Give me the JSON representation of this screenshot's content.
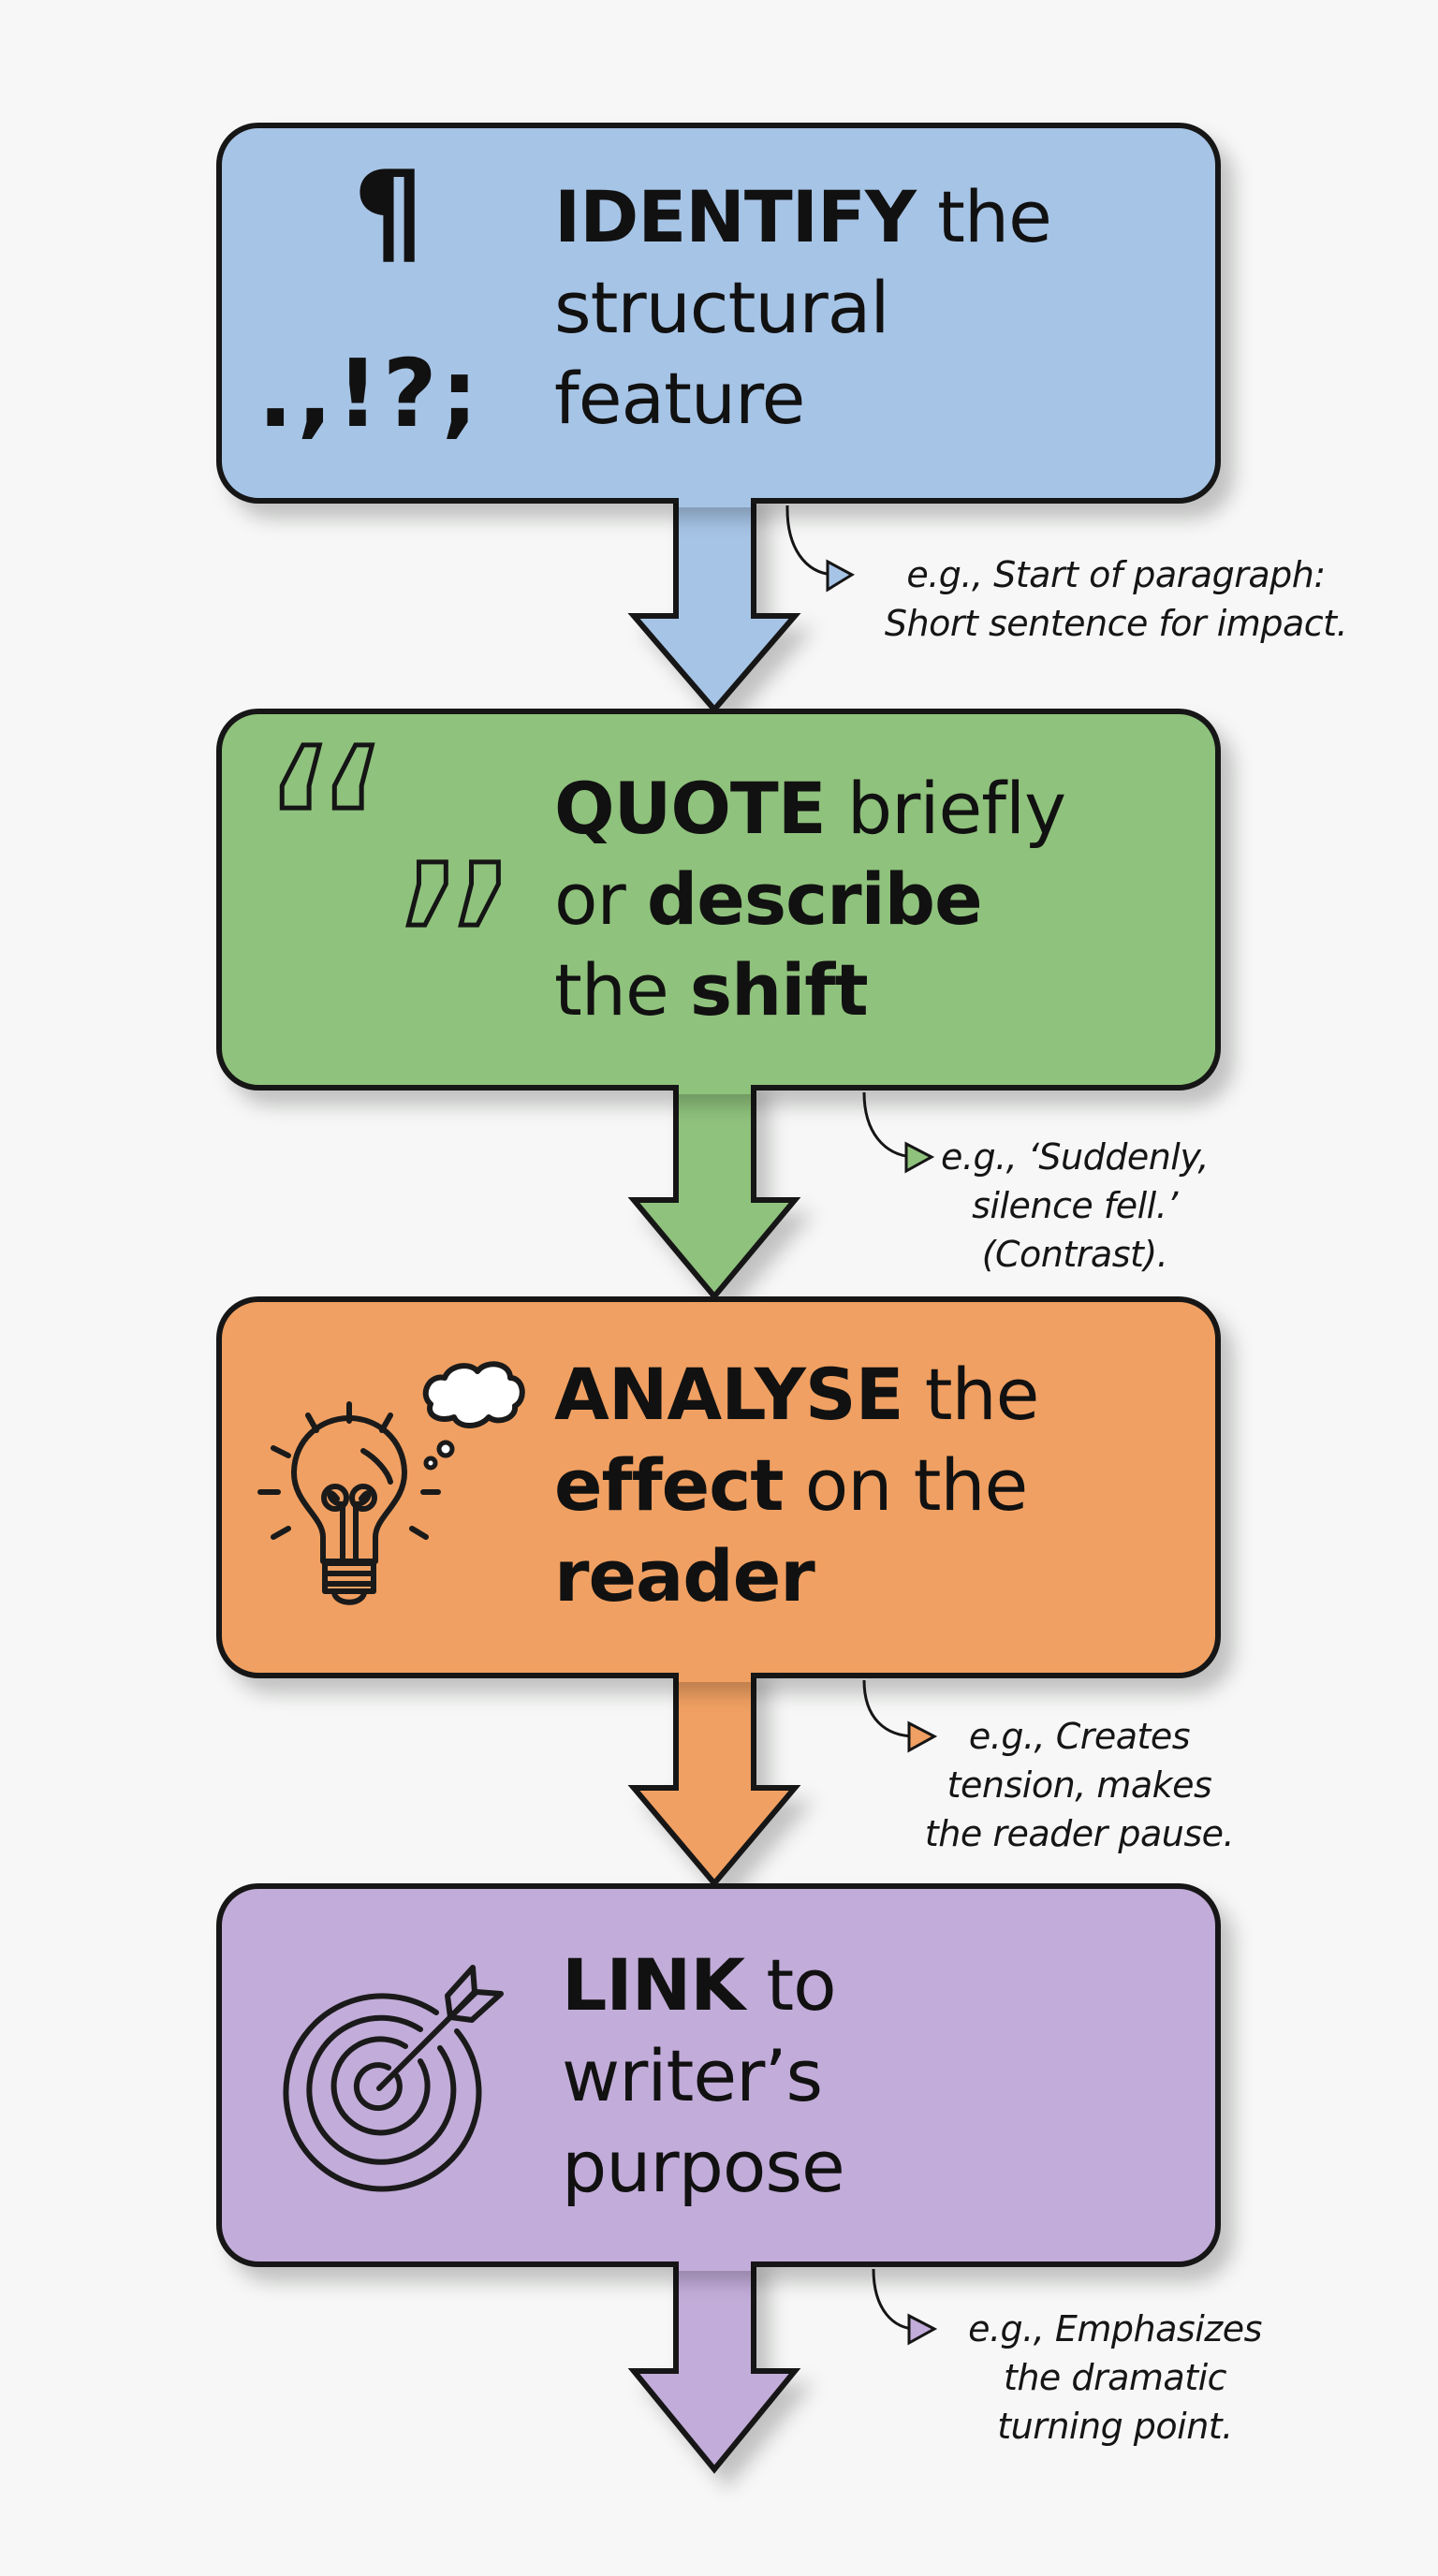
{
  "colors": {
    "identify": "#a6c4e6",
    "quote": "#8fc27c",
    "analyse": "#f0a062",
    "link": "#c2acd9",
    "outline": "#151515",
    "background": "#f6f7f6"
  },
  "steps": [
    {
      "icon": "pilcrow-punctuation-icon",
      "glyphs": {
        "pilcrow": "¶",
        "punctuation": ".,!?;"
      },
      "lines": [
        [
          {
            "text": "IDENTIFY",
            "bold": true
          },
          {
            "text": " the",
            "bold": false
          }
        ],
        [
          {
            "text": "structural",
            "bold": false
          }
        ],
        [
          {
            "text": "feature",
            "bold": false
          }
        ]
      ],
      "example": [
        "e.g., Start of paragraph:",
        "Short sentence for impact."
      ]
    },
    {
      "icon": "quotation-marks-icon",
      "glyphs": {
        "open": "“",
        "close": "”"
      },
      "lines": [
        [
          {
            "text": "QUOTE",
            "bold": true
          },
          {
            "text": " briefly",
            "bold": false
          }
        ],
        [
          {
            "text": "or ",
            "bold": false
          },
          {
            "text": "describe",
            "bold": true
          }
        ],
        [
          {
            "text": "the ",
            "bold": false
          },
          {
            "text": "shift",
            "bold": true
          }
        ]
      ],
      "example": [
        "e.g., ‘Suddenly,",
        "silence fell.’",
        "(Contrast)."
      ]
    },
    {
      "icon": "lightbulb-thought-icon",
      "lines": [
        [
          {
            "text": "ANALYSE",
            "bold": true
          },
          {
            "text": " the",
            "bold": false
          }
        ],
        [
          {
            "text": "effect",
            "bold": true
          },
          {
            "text": " on the",
            "bold": false
          }
        ],
        [
          {
            "text": "reader",
            "bold": true
          }
        ]
      ],
      "example": [
        "e.g., Creates",
        "tension, makes",
        "the reader pause."
      ]
    },
    {
      "icon": "target-arrow-icon",
      "lines": [
        [
          {
            "text": "LINK",
            "bold": true
          },
          {
            "text": " to",
            "bold": false
          }
        ],
        [
          {
            "text": "writer’s",
            "bold": false
          }
        ],
        [
          {
            "text": "purpose",
            "bold": false
          }
        ]
      ],
      "example": [
        "e.g., Emphasizes",
        "the dramatic",
        "turning point."
      ]
    }
  ]
}
